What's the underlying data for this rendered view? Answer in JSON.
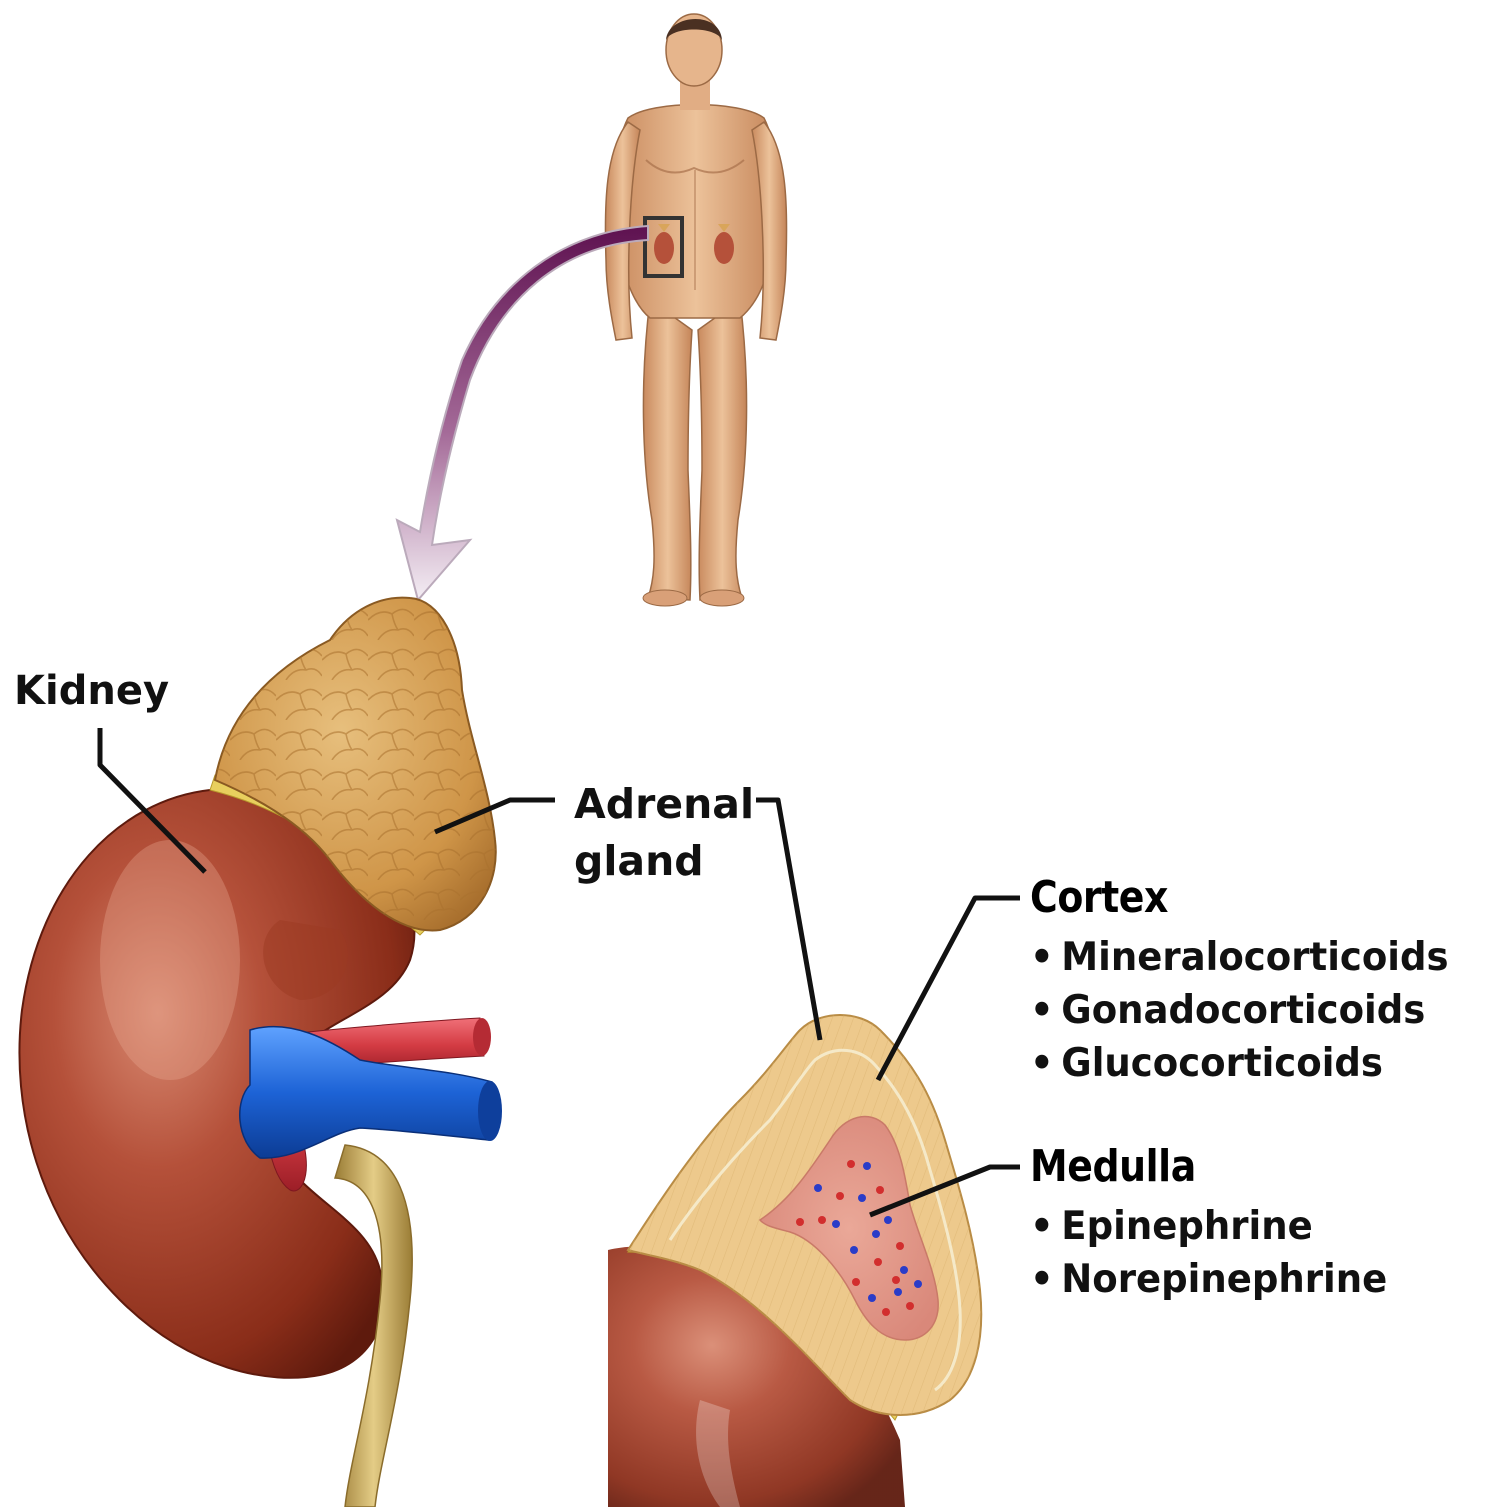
{
  "labels": {
    "kidney": "Kidney",
    "adrenal_line1": "Adrenal",
    "adrenal_line2": "gland"
  },
  "cortex": {
    "title": "Cortex",
    "hormones": [
      "Mineralocorticoids",
      "Gonadocorticoids",
      "Glucocorticoids"
    ]
  },
  "medulla": {
    "title": "Medulla",
    "hormones": [
      "Epinephrine",
      "Norepinephrine"
    ]
  },
  "bullet": "•",
  "colors": {
    "kidney": "#9c3a22",
    "adrenal": "#d9a55a",
    "vein": "#1d63d6",
    "artery": "#d43c44",
    "ureter": "#c7a85a",
    "medulla": "#e29a86",
    "leader_line": "#111111",
    "arrow": "#6e1d5b"
  }
}
